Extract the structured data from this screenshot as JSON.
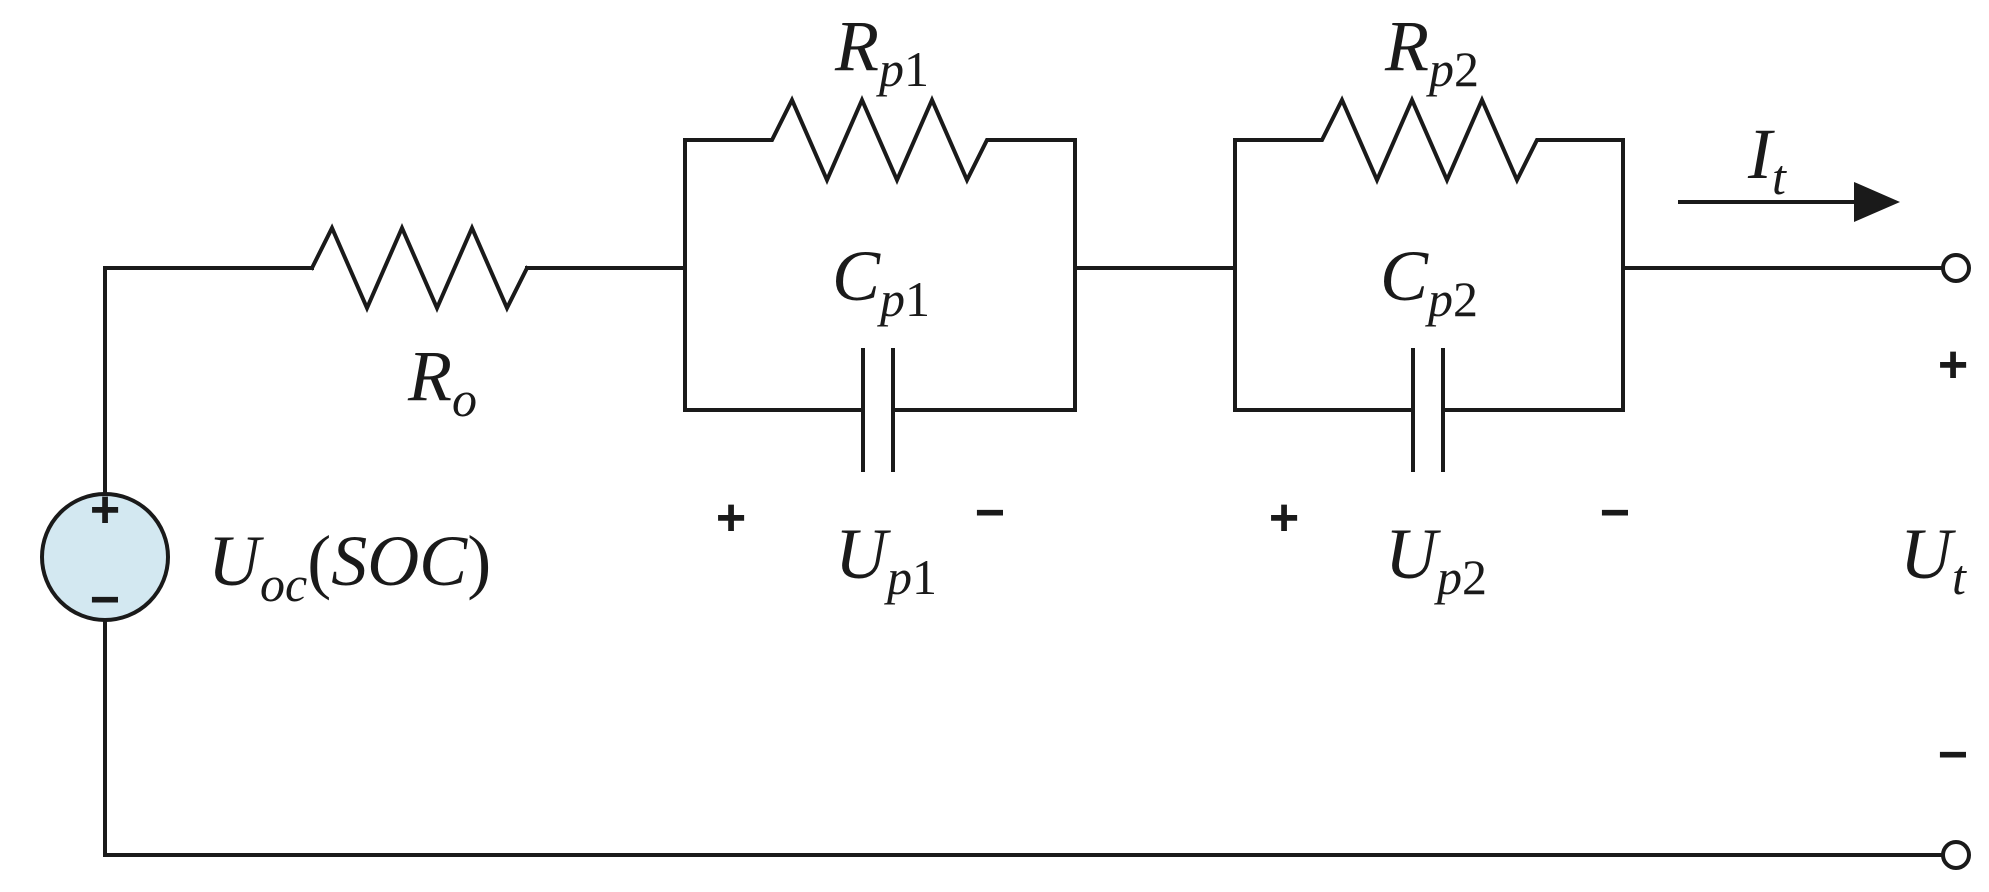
{
  "colors": {
    "stroke": "#1a1a1a",
    "source_fill": "#d3e8f1",
    "background": "#ffffff"
  },
  "labels": {
    "r_o": {
      "main": "R",
      "sub": "o"
    },
    "r_p1": {
      "main": "R",
      "sub_letter": "p",
      "sub_num": "1"
    },
    "c_p1": {
      "main": "C",
      "sub_letter": "p",
      "sub_num": "1"
    },
    "u_p1": {
      "main": "U",
      "sub_letter": "p",
      "sub_num": "1"
    },
    "r_p2": {
      "main": "R",
      "sub_letter": "p",
      "sub_num": "2"
    },
    "c_p2": {
      "main": "C",
      "sub_letter": "p",
      "sub_num": "2"
    },
    "u_p2": {
      "main": "U",
      "sub_letter": "p",
      "sub_num": "2"
    },
    "i_t": {
      "main": "I",
      "sub": "t"
    },
    "u_t": {
      "main": "U",
      "sub": "t"
    },
    "u_oc": {
      "main": "U",
      "sub": "oc",
      "open_paren": "(",
      "arg": "SOC",
      "close_paren": ")"
    }
  },
  "signs": {
    "plus": "+",
    "minus": "−"
  },
  "icons": {
    "source": "voltage-source-icon",
    "resistor": "resistor-icon",
    "capacitor": "capacitor-icon",
    "terminal": "terminal-icon",
    "arrow": "current-arrow-icon"
  }
}
